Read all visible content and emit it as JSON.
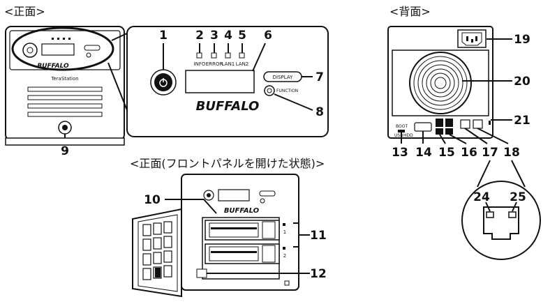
{
  "titles": {
    "front": "<正面>",
    "back": "<背面>",
    "front_open": "<正面(フロントパネルを開けた状態)>"
  },
  "front_detail": {
    "led_labels": [
      "INFO",
      "ERROR",
      "LAN1",
      "LAN2"
    ],
    "display_button": "DISPLAY",
    "function_label": "FUNCTION",
    "brand": "BUFFALO"
  },
  "front_unit": {
    "brand": "BUFFALO",
    "model": "TeraStation"
  },
  "open_unit": {
    "brand": "BUFFALO",
    "drive_labels": [
      "1",
      "2"
    ]
  },
  "back_unit": {
    "boot_label": "BOOT",
    "usb_label": "USB",
    "hdd_label": "HDD"
  },
  "callouts": {
    "c1": "1",
    "c2": "2",
    "c3": "3",
    "c4": "4",
    "c5": "5",
    "c6": "6",
    "c7": "7",
    "c8": "8",
    "c9": "9",
    "c10": "10",
    "c11": "11",
    "c12": "12",
    "c13": "13",
    "c14": "14",
    "c15": "15",
    "c16": "16",
    "c17": "17",
    "c18": "18",
    "c19": "19",
    "c20": "20",
    "c21": "21",
    "c24": "24",
    "c25": "25"
  }
}
